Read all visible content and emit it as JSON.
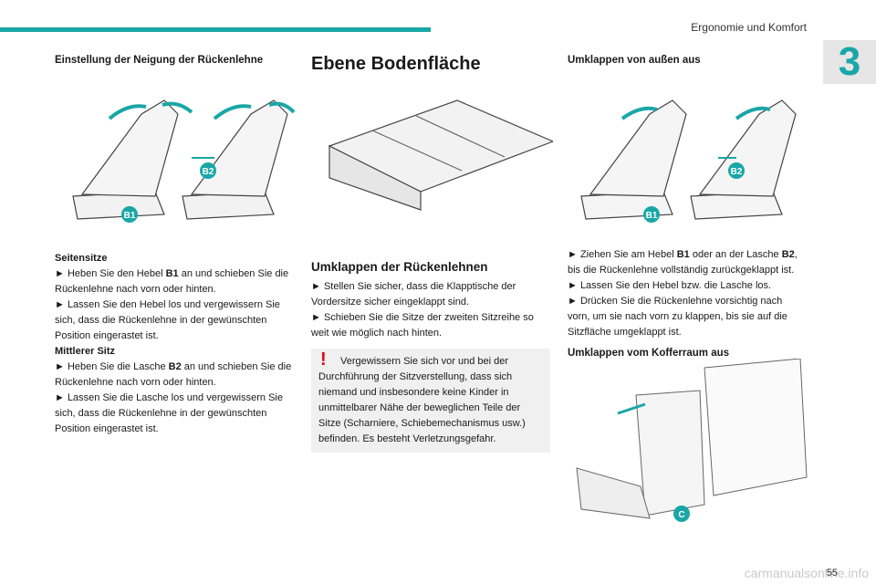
{
  "header": {
    "section_title": "Ergonomie und Komfort",
    "chapter_number": "3"
  },
  "col1": {
    "heading": "Einstellung der Neigung der Rückenlehne",
    "fig_labels": {
      "b1": "B1",
      "b2": "B2"
    },
    "side_title": "Seitensitze",
    "side_1_pre": "► Heben Sie den Hebel ",
    "side_1_bold": "B1",
    "side_1_post": " an und schieben Sie die Rückenlehne nach vorn oder hinten.",
    "side_2": "► Lassen Sie den Hebel los und vergewissern Sie sich, dass die Rückenlehne in der gewünschten Position eingerastet ist.",
    "mid_title": "Mittlerer Sitz",
    "mid_1_pre": "► Heben Sie die Lasche ",
    "mid_1_bold": "B2",
    "mid_1_post": " an und schieben Sie die Rückenlehne nach vorn oder hinten.",
    "mid_2": "► Lassen Sie die Lasche los und vergewissern Sie sich, dass die Rückenlehne in der gewünschten Position eingerastet ist."
  },
  "col2": {
    "heading": "Ebene Bodenfläche",
    "subheading": "Umklappen der Rückenlehnen",
    "step_1": "► Stellen Sie sicher, dass die Klapptische der Vordersitze sicher eingeklappt sind.",
    "step_2": "► Schieben Sie die Sitze der zweiten Sitzreihe so weit wie möglich nach hinten.",
    "warning_icon": "!",
    "warning": "Vergewissern Sie sich vor und bei der Durchführung der Sitzverstellung, dass sich niemand und insbesondere keine Kinder in unmittelbarer Nähe der beweglichen Teile der Sitze (Scharniere, Schiebemechanismus usw.) befinden. Es besteht Verletzungsgefahr."
  },
  "col3": {
    "heading": "Umklappen von außen aus",
    "fig_labels": {
      "b1": "B1",
      "b2": "B2",
      "c": "C"
    },
    "step_1_pre": "► Ziehen Sie am Hebel ",
    "step_1_bold1": "B1",
    "step_1_mid": " oder an der Lasche ",
    "step_1_bold2": "B2",
    "step_1_post": ", bis die Rückenlehne vollständig zurückgeklappt ist.",
    "step_2": "► Lassen Sie den Hebel bzw. die Lasche los.",
    "step_3": "► Drücken Sie die Rückenlehne vorsichtig nach vorn, um sie nach vorn zu klappen, bis sie auf die Sitzfläche umgeklappt ist.",
    "heading_2": "Umklappen vom Kofferraum aus"
  },
  "footer": {
    "page_number": "55",
    "watermark": "carmanualsonline.info"
  },
  "colors": {
    "accent": "#1aa6a6",
    "warning": "#e30613"
  }
}
